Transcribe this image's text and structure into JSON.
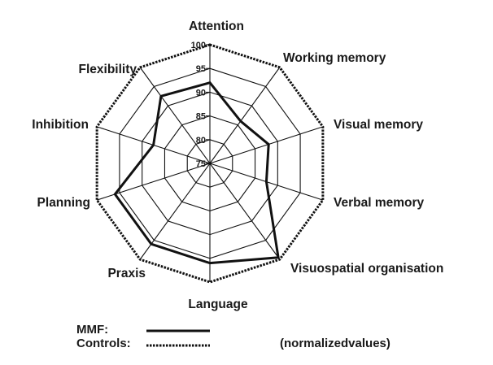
{
  "chart_data": {
    "type": "radar",
    "title": "",
    "categories": [
      "Attention",
      "Working memory",
      "Visual memory",
      "Verbal memory",
      "Visuospatial organisation",
      "Language",
      "Praxis",
      "Planning",
      "Inhibition",
      "Flexibility"
    ],
    "radial_range": [
      75,
      100
    ],
    "radial_ticks": [
      75,
      80,
      85,
      90,
      95,
      100
    ],
    "radial_tick_labels": [
      "75",
      "80",
      "85",
      "90",
      "95",
      "100"
    ],
    "grid": true,
    "series": [
      {
        "name": "MMF",
        "style": "solid",
        "values": [
          92,
          86,
          88,
          87.5,
          99.5,
          96,
          96,
          96,
          87.5,
          92.5
        ]
      },
      {
        "name": "Controls",
        "style": "dotted",
        "values": [
          100,
          100,
          100,
          100,
          100,
          100,
          100,
          100,
          100,
          100
        ]
      }
    ],
    "legend": {
      "placement": "bottom-left",
      "entries": [
        {
          "label": "MMF:",
          "style": "solid"
        },
        {
          "label": "Controls:",
          "style": "dotted"
        }
      ]
    },
    "annotation": "(normalizedvalues)",
    "colors": {
      "line": "#111111",
      "grid": "#111111",
      "background": "#ffffff"
    }
  }
}
